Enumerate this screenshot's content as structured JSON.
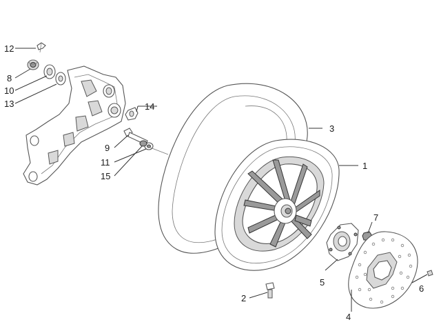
{
  "callouts": {
    "c1": "1",
    "c2": "2",
    "c3": "3",
    "c4": "4",
    "c5": "5",
    "c6": "6",
    "c7": "7",
    "c8": "8",
    "c9": "9",
    "c10": "10",
    "c11": "11",
    "c12": "12",
    "c13": "13",
    "c14": "14",
    "c15": "15"
  },
  "colors": {
    "line": "#333333",
    "part_outline": "#555555",
    "part_fill": "#ffffff",
    "shade": "#d9d9d9"
  }
}
